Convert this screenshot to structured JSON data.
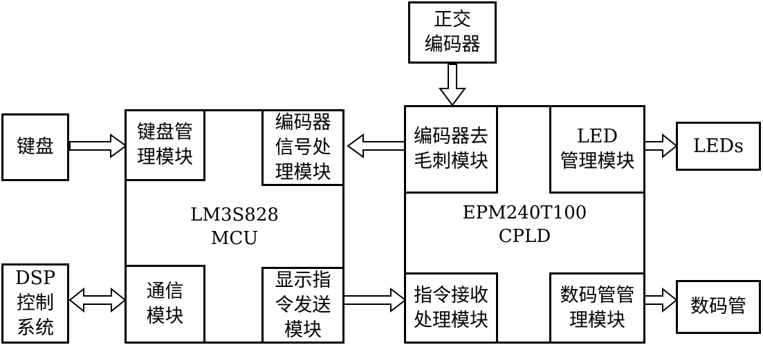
{
  "blocks": {
    "encoder": "正交\n编码器",
    "keyboard": "键盘",
    "dsp": "DSP\n控制\n系统",
    "leds": "LEDs",
    "digit_tube": "数码管",
    "mcu": {
      "title": "LM3S828\nMCU",
      "keyboard_module": "键盘管\n理模块",
      "encoder_signal_module": "编码器\n信号处\n理模块",
      "comm_module": "通信\n模块",
      "display_cmd_module": "显示指\n令发送\n模块"
    },
    "cpld": {
      "title": "EPM240T100\nCPLD",
      "encoder_deglitch_module": "编码器去\n毛刺模块",
      "led_module": "LED\n管理模块",
      "cmd_receive_module": "指令接收\n处理模块",
      "digit_module": "数码管管\n理模块"
    }
  }
}
